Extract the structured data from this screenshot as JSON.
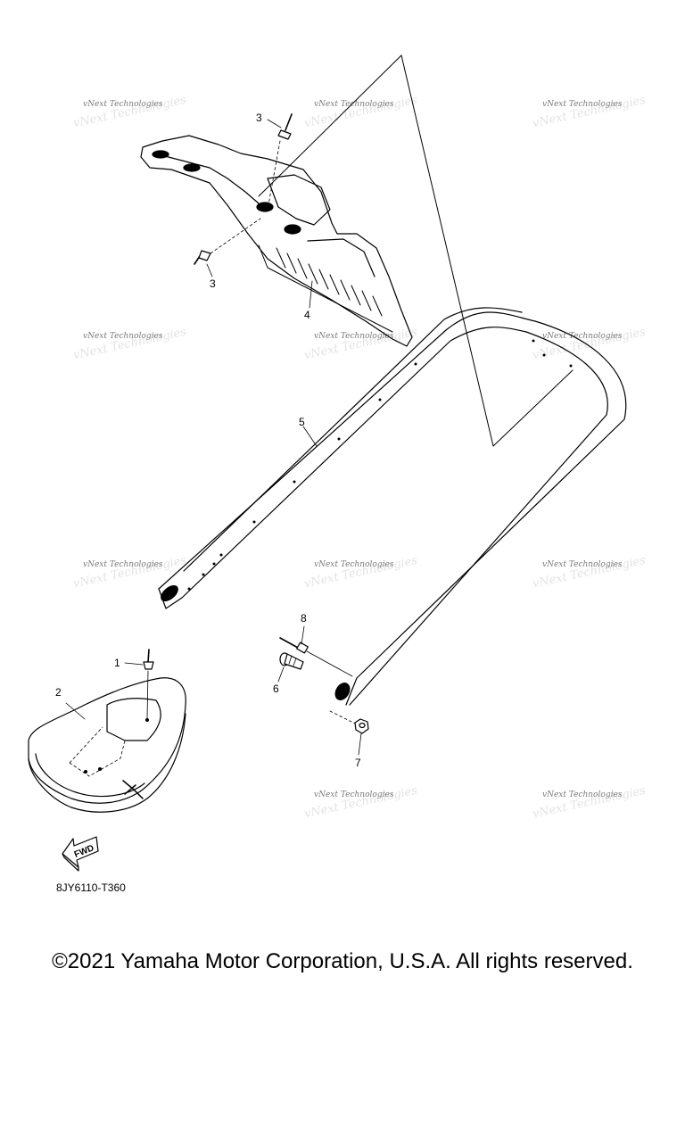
{
  "watermark": "vNext Technologies",
  "callouts": [
    "1",
    "2",
    "3",
    "3",
    "4",
    "5",
    "6",
    "7",
    "8"
  ],
  "fwd_label": "FWD",
  "diagram_code": "8JY6110-T360",
  "copyright": "©2021 Yamaha Motor Corporation, U.S.A. All rights reserved."
}
